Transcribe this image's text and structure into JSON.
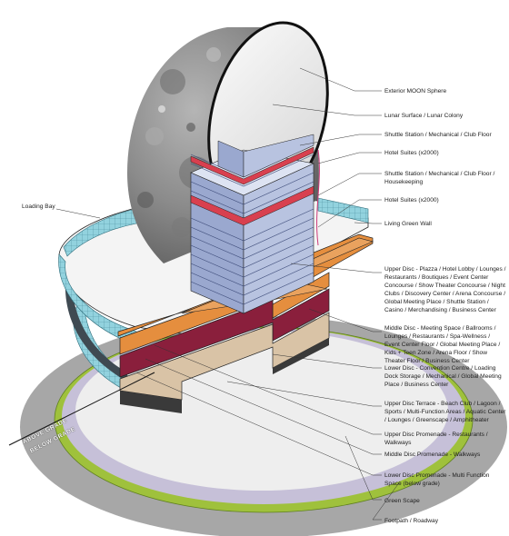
{
  "labels": {
    "exterior_moon": "Exterior MOON Sphere",
    "lunar_surface": "Lunar Surface / Lunar Colony",
    "shuttle_station_top": "Shuttle Station / Mechanical / Club Floor",
    "hotel_suites_top": "Hotel Suites (x2000)",
    "shuttle_station_mid": "Shuttle Station / Mechanical / Club Floor / Housekeeping",
    "hotel_suites_bottom": "Hotel Suites (x2000)",
    "loading_bay": "Loading Bay",
    "living_green_wall": "Living Green Wall",
    "upper_disc": "Upper Disc - Plazza / Hotel Lobby / Lounges / Restaurants / Boutiques / Event Center Concourse / Show Theater Concourse / Night Clubs / Discovery Center / Arena Concourse / Global Meeting Place / Shuttle Station / Casino / Merchandising / Business Center",
    "middle_disc": "Middle Disc - Meeting Space / Ballrooms / Lounges / Restaurants / Spa-Wellness / Event Center Floor / Global Meeting Place / Kids + Teen Zone / Arena Floor / Show Theater Floor / Business Center",
    "lower_disc": "Lower Disc - Convention Centre / Loading Dock Storage / Mechanical / Global Meeting Place / Business Center",
    "upper_disc_terrace": "Upper Disc Terrace - Beach Club / Lagoon / Sports / Multi-Function Areas / Aquatic Center / Lounges / Greenscape / Amphitheater",
    "upper_disc_promenade": "Upper Disc Promenade - Restaurants / Walkways",
    "middle_disc_promenade": "Middle Disc Promenade - Walkways",
    "lower_disc_promenade": "Lower Disc Promenade - Multi Function Space (below grade)",
    "green_scape": "Green Scape",
    "footpath": "Footpath / Roadway"
  },
  "grade": {
    "above": "ABOVE GRADE",
    "below": "BELOW GRADE"
  },
  "colors": {
    "footpath": "#a7a7a7",
    "green_scape": "#9fc13c",
    "promenade": "#c6c0d8",
    "glass": "#8ecfdd",
    "upper_disc": "#e58e3e",
    "middle_disc": "#8a1f3c",
    "lower_disc": "#d9c3a6",
    "hotel_suites": "#9aa8cf",
    "shuttle_floor": "#d8404f",
    "moon_gray": "#8a8a8a"
  }
}
